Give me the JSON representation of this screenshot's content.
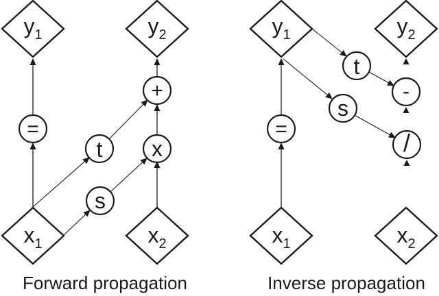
{
  "colors": {
    "ink": "#1a1a1a",
    "background": "#ffffff"
  },
  "forward": {
    "caption": "Forward propagation",
    "y1": {
      "base": "y",
      "sub": "1"
    },
    "y2": {
      "base": "y",
      "sub": "2"
    },
    "x1": {
      "base": "x",
      "sub": "1"
    },
    "x2": {
      "base": "x",
      "sub": "2"
    },
    "ops": {
      "identity": "=",
      "t": "t",
      "s": "s",
      "add": "+",
      "multiply": "x"
    }
  },
  "inverse": {
    "caption": "Inverse propagation",
    "y1": {
      "base": "y",
      "sub": "1"
    },
    "y2": {
      "base": "y",
      "sub": "2"
    },
    "x1": {
      "base": "x",
      "sub": "1"
    },
    "x2": {
      "base": "x",
      "sub": "2"
    },
    "ops": {
      "identity": "=",
      "t": "t",
      "s": "s",
      "subtract": "-",
      "divide": "/"
    }
  }
}
